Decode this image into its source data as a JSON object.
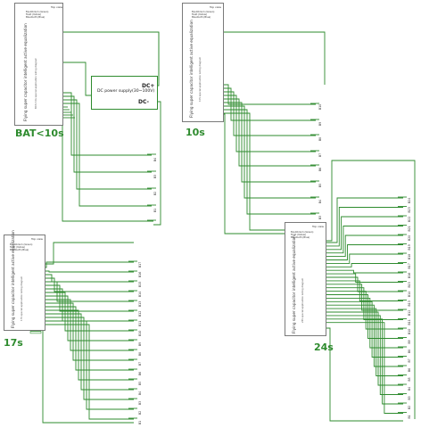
{
  "modules": [
    {
      "id": "bat10",
      "top_view": "Top view",
      "legend": [
        "Equilibrium  (Green)",
        "Fault  (Yellow)",
        "Bluetooth  (Blue)"
      ],
      "title": "Flying super capacitor intelligent active equalization",
      "subtitle": "BAT<10s special application wiring diagram",
      "case_label": "BAT<10s"
    },
    {
      "id": "s10",
      "top_view": "Top view",
      "legend": [
        "Equilibrium  (Green)",
        "Fault  (Yellow)",
        "Bluetooth  (Blue)"
      ],
      "title": "Flying super capacitor intelligent active equalization",
      "subtitle": "10S special application wiring diagram",
      "case_label": "10s",
      "bat_labels": [
        "B10",
        "B9",
        "B8",
        "B7",
        "B6",
        "B5",
        "B4",
        "B3",
        "B2",
        "B1"
      ]
    },
    {
      "id": "s17",
      "top_view": "Top view",
      "legend": [
        "Equilibrium  (Green)",
        "Fault  (Yellow)",
        "Bluetooth  (Blue)"
      ],
      "title": "Flying super capacitor intelligent active equalization",
      "subtitle": "17S special application wiring diagram",
      "case_label": "17s",
      "bat_labels": [
        "B17",
        "B16",
        "B15",
        "B14",
        "B13",
        "B12",
        "B11",
        "B10",
        "B9",
        "B8",
        "B7",
        "B6",
        "B5",
        "B4",
        "B3",
        "B2",
        "B1"
      ]
    },
    {
      "id": "s24",
      "top_view": "Top view",
      "legend": [
        "Equilibrium  (Green)",
        "Fault  (Yellow)",
        "Bluetooth  (Blue)"
      ],
      "title": "Flying super capacitor intelligent active equalization",
      "subtitle": "24S special application wiring diagram",
      "case_label": "24s",
      "bat_labels": [
        "B24",
        "B23",
        "B22",
        "B21",
        "B20",
        "B19",
        "B18",
        "B17",
        "B16",
        "B15",
        "B14",
        "B13",
        "B12",
        "B11",
        "B10",
        "B9",
        "B8",
        "B7",
        "B6",
        "B5",
        "B4",
        "B3",
        "B2",
        "B1"
      ]
    }
  ],
  "psu": {
    "label": "DC power supply(30~100V)",
    "plus": "DC+",
    "minus": "DC-"
  },
  "bat_small_labels": [
    "B4",
    "B3",
    "B2",
    "B1"
  ],
  "colors": {
    "wire": "#2e8b2e",
    "border": "#7a7a7a",
    "pin_fill": "#e8f5e8"
  }
}
